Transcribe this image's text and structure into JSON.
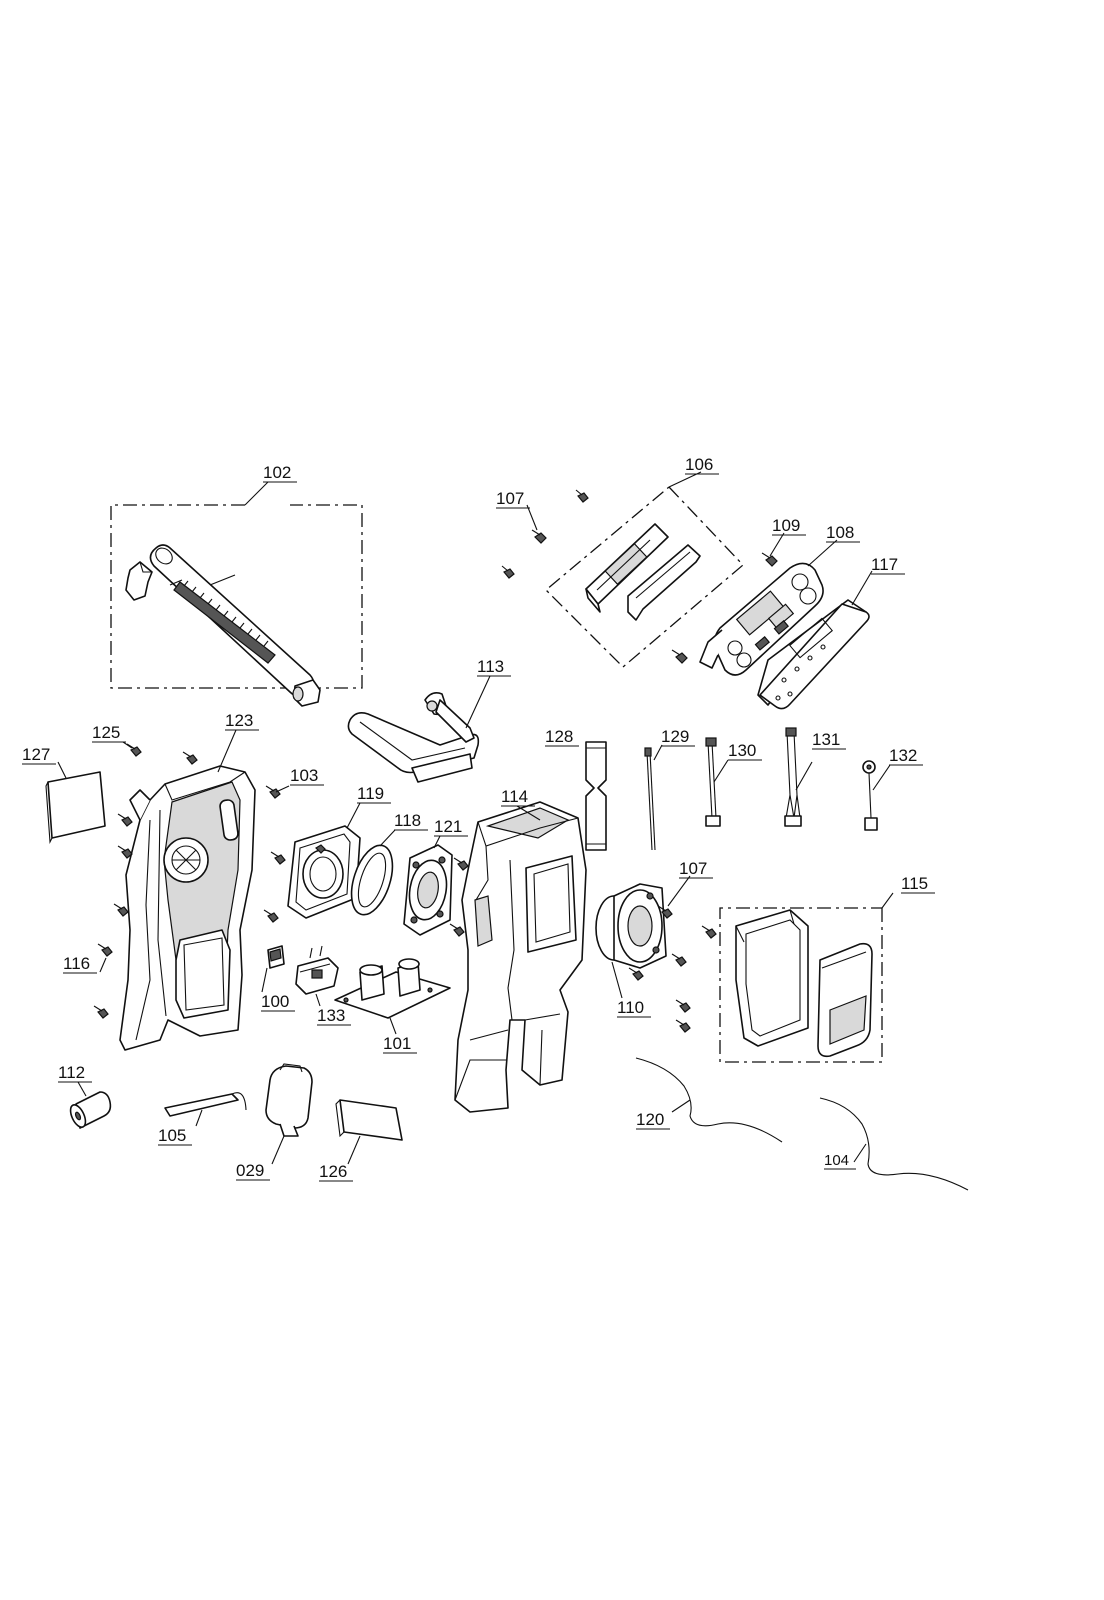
{
  "callouts": [
    {
      "id": "p102",
      "label": "102"
    },
    {
      "id": "p106",
      "label": "106"
    },
    {
      "id": "p107a",
      "label": "107"
    },
    {
      "id": "p109",
      "label": "109"
    },
    {
      "id": "p108",
      "label": "108"
    },
    {
      "id": "p117",
      "label": "117"
    },
    {
      "id": "p113",
      "label": "113"
    },
    {
      "id": "p125",
      "label": "125"
    },
    {
      "id": "p123",
      "label": "123"
    },
    {
      "id": "p127",
      "label": "127"
    },
    {
      "id": "p103",
      "label": "103"
    },
    {
      "id": "p119",
      "label": "119"
    },
    {
      "id": "p118",
      "label": "118"
    },
    {
      "id": "p121",
      "label": "121"
    },
    {
      "id": "p114",
      "label": "114"
    },
    {
      "id": "p128",
      "label": "128"
    },
    {
      "id": "p129",
      "label": "129"
    },
    {
      "id": "p130",
      "label": "130"
    },
    {
      "id": "p131",
      "label": "131"
    },
    {
      "id": "p132",
      "label": "132"
    },
    {
      "id": "p107b",
      "label": "107"
    },
    {
      "id": "p115",
      "label": "115"
    },
    {
      "id": "p116",
      "label": "116"
    },
    {
      "id": "p100",
      "label": "100"
    },
    {
      "id": "p133",
      "label": "133"
    },
    {
      "id": "p101",
      "label": "101"
    },
    {
      "id": "p110",
      "label": "110"
    },
    {
      "id": "p112",
      "label": "112"
    },
    {
      "id": "p105",
      "label": "105"
    },
    {
      "id": "p029",
      "label": "029"
    },
    {
      "id": "p126",
      "label": "126"
    },
    {
      "id": "p120",
      "label": "120"
    },
    {
      "id": "p104",
      "label": "104"
    }
  ]
}
